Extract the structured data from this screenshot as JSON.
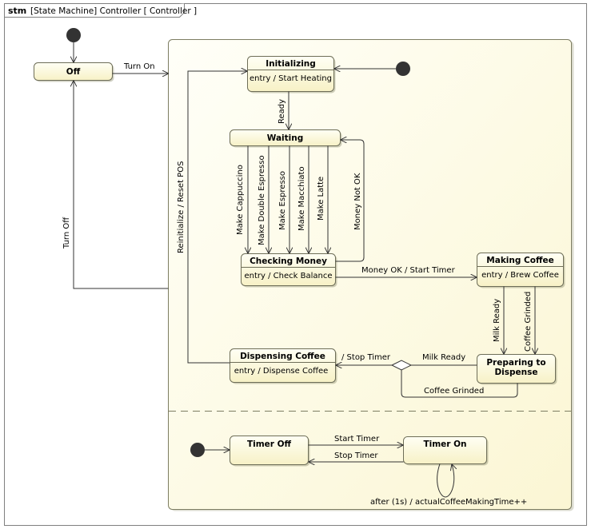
{
  "frame": {
    "kind": "stm",
    "title": "[State Machine] Controller [ Controller ]"
  },
  "states": {
    "off": {
      "name": "Off"
    },
    "initializing": {
      "name": "Initializing",
      "entry": "entry / Start Heating"
    },
    "waiting": {
      "name": "Waiting"
    },
    "checking_money": {
      "name": "Checking Money",
      "entry": "entry / Check Balance"
    },
    "making_coffee": {
      "name": "Making Coffee",
      "entry": "entry / Brew Coffee"
    },
    "preparing": {
      "name_line1": "Preparing to",
      "name_line2": "Dispense"
    },
    "dispensing": {
      "name": "Dispensing Coffee",
      "entry": "entry / Dispense Coffee"
    },
    "timer_off": {
      "name": "Timer Off"
    },
    "timer_on": {
      "name": "Timer On"
    }
  },
  "transitions": {
    "turn_on": "Turn On",
    "turn_off": "Turn Off",
    "ready": "Ready",
    "reinit": "Reinitialize / Reset POS",
    "make_cappuccino": "Make Cappuccino",
    "make_double_espresso": "Make Double Espresso",
    "make_espresso": "Make Espresso",
    "make_macchiato": "Make Macchiato",
    "make_latte": "Make Latte",
    "money_not_ok": "Money Not OK",
    "money_ok": "Money OK / Start Timer",
    "milk_ready_v": "Milk Ready",
    "coffee_grinded_v": "Coffee Grinded",
    "milk_ready_h": "Milk Ready",
    "stop_timer_disp": "/ Stop Timer",
    "coffee_grinded_h": "Coffee Grinded",
    "start_timer": "Start Timer",
    "stop_timer": "Stop Timer",
    "after_1s": "after (1s) / actualCoffeeMakingTime++"
  }
}
